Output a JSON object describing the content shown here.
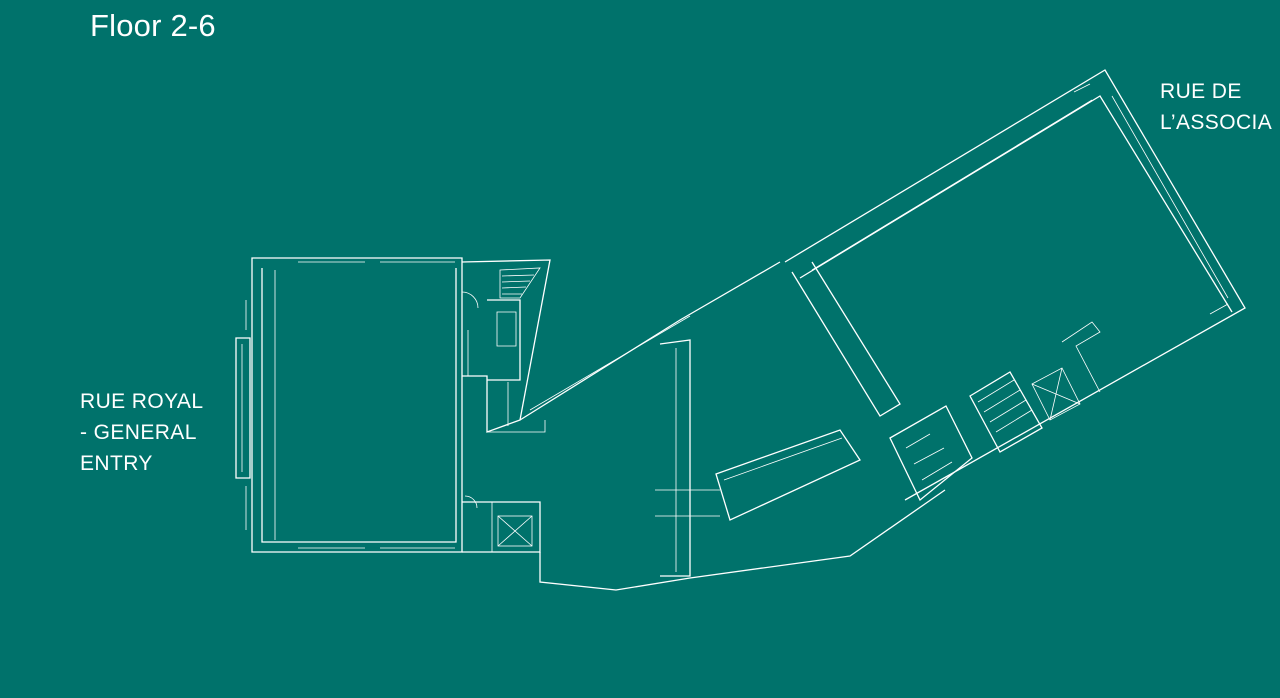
{
  "title": "Floor 2-6",
  "labels": {
    "west_line1": "RUE ROYAL",
    "west_line2": "- GENERAL",
    "west_line3": "ENTRY",
    "northeast_line1": "RUE DE",
    "northeast_line2": "L’ASSOCIA"
  },
  "colors": {
    "background": "#00726b",
    "linework": "#ffffff"
  },
  "icons": {
    "elevator_left": "elevator-icon",
    "elevator_right": "elevator-icon",
    "stairs_left": "stairs-icon",
    "stairs_right": "stairs-icon"
  }
}
